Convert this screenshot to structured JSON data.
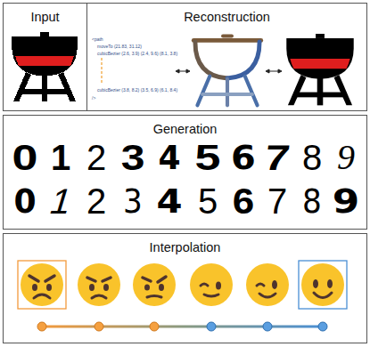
{
  "diagram": {
    "nodes": [
      {
        "text": [
          "Input"
        ]
      },
      {
        "text": [
          "Reconstruction"
        ]
      },
      {
        "text": [
          "Generation"
        ]
      },
      {
        "text": [
          "Interpolation"
        ]
      }
    ],
    "labels": [
      "<path",
      "moveTo (21.83, 31.12)",
      "cubicBezier (2.6, 3.9) (2.4, 9.6) (8.1, 3.8)",
      "cubicBezier (3.8, 8.2) (3.5, 6.9) (6.1, 8.4)",
      "/>",
      "0",
      "1",
      "2",
      "3",
      "4",
      "5",
      "6",
      "7",
      "8",
      "9",
      "0",
      "1",
      "2",
      "3",
      "4",
      "5",
      "6",
      "7",
      "8",
      "9"
    ]
  }
}
